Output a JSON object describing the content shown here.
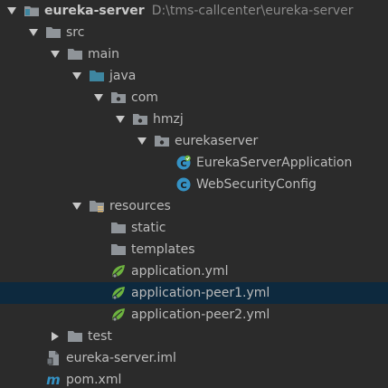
{
  "project_tree": {
    "rows": [
      {
        "label": "eureka-server",
        "path": "D:\\tms-callcenter\\eureka-server",
        "expanded": true,
        "icon": "module-folder-icon"
      },
      {
        "label": "src",
        "expanded": true,
        "icon": "folder-icon"
      },
      {
        "label": "main",
        "expanded": true,
        "icon": "folder-icon"
      },
      {
        "label": "java",
        "expanded": true,
        "icon": "source-root-folder-icon"
      },
      {
        "label": "com",
        "expanded": true,
        "icon": "package-icon"
      },
      {
        "label": "hmzj",
        "expanded": true,
        "icon": "package-icon"
      },
      {
        "label": "eurekaserver",
        "expanded": true,
        "icon": "package-icon"
      },
      {
        "label": "EurekaServerApplication",
        "icon": "spring-boot-class-icon"
      },
      {
        "label": "WebSecurityConfig",
        "icon": "class-icon"
      },
      {
        "label": "resources",
        "expanded": true,
        "icon": "resources-folder-icon"
      },
      {
        "label": "static",
        "icon": "folder-icon"
      },
      {
        "label": "templates",
        "icon": "folder-icon"
      },
      {
        "label": "application.yml",
        "icon": "spring-yml-icon"
      },
      {
        "label": "application-peer1.yml",
        "icon": "spring-yml-icon",
        "selected": true
      },
      {
        "label": "application-peer2.yml",
        "icon": "spring-yml-icon"
      },
      {
        "label": "test",
        "expanded": false,
        "icon": "folder-icon"
      },
      {
        "label": "eureka-server.iml",
        "icon": "iml-file-icon"
      },
      {
        "label": "pom.xml",
        "icon": "maven-pom-icon"
      }
    ]
  },
  "colors": {
    "background": "#2b2b2b",
    "selection": "#0d293e",
    "text": "#bbbbbb",
    "path_text": "#8a8a8a",
    "folder": "#8f9499",
    "source_root": "#3e86a0",
    "class_icon": "#3592c4",
    "spring": "#6db33f"
  }
}
